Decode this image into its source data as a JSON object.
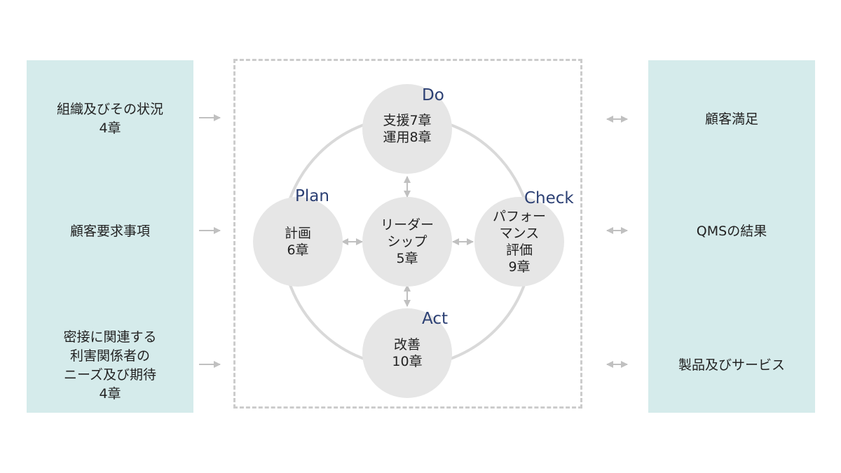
{
  "left_items": [
    {
      "text": "組織及びその状況\n4章"
    },
    {
      "text": "顧客要求事項"
    },
    {
      "text": "密接に関連する\n利害関係者の\nニーズ及び期待\n4章"
    }
  ],
  "right_items": [
    {
      "text": "顧客満足"
    },
    {
      "text": "QMSの結果"
    },
    {
      "text": "製品及びサービス"
    }
  ],
  "cycle": {
    "center": "リーダー\nシップ\n5章",
    "top": "支援7章\n運用8章",
    "left": "計画\n6章",
    "right": "パフォー\nマンス\n評価\n9章",
    "bottom": "改善\n10章"
  },
  "phases": {
    "do": "Do",
    "plan": "Plan",
    "check": "Check",
    "act": "Act"
  },
  "colors": {
    "panel": "#d5ebeb",
    "circle": "#e6e6e6",
    "phase_text": "#2b3f73",
    "arrow": "#c0c0c0",
    "ring": "#d9d9d9",
    "dashed_border": "#cccccc"
  }
}
